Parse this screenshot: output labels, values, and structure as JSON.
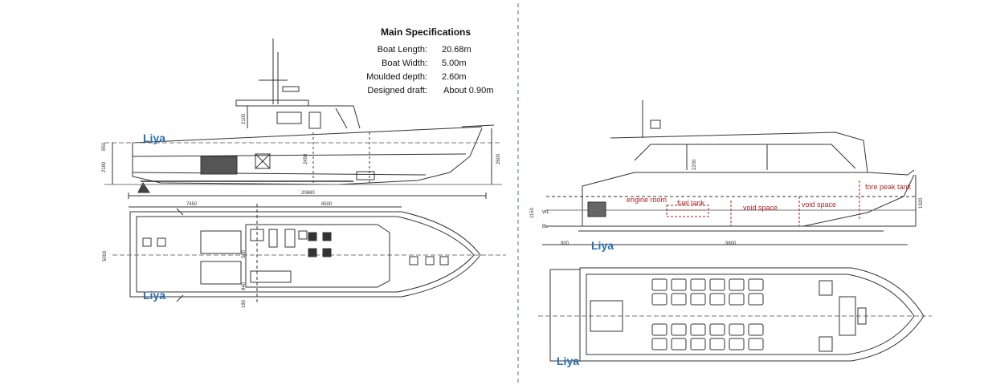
{
  "specs": {
    "title": "Main Specifications",
    "rows": [
      {
        "label": "Boat Length:",
        "value": "20.68m"
      },
      {
        "label": "Boat Width:",
        "value": "5.00m"
      },
      {
        "label": "Moulded depth:",
        "value": "2.60m"
      },
      {
        "label": "Designed draft:",
        "value": "About 0.90m"
      }
    ]
  },
  "brand": "Liya",
  "left_dims": {
    "overall": "20680",
    "seg1": "7450",
    "seg2": "8500",
    "height_a": "850",
    "height_b": "2180",
    "depth": "2600",
    "beam": "5000",
    "wheelhouse": "2100",
    "mid": "2450",
    "small_a": "580",
    "small_b": "840",
    "small_c": "180"
  },
  "right_labels": {
    "engine_room": "engine room",
    "fuel_tank": "fuel tank",
    "void_space_1": "void space",
    "void_space_2": "void space",
    "fore_peak_tank": "fore peak tank"
  },
  "right_dims": {
    "overall": "9800",
    "aft": "900",
    "height": "1920",
    "draft": "1150",
    "cabin": "2200",
    "wl": "WL",
    "bl": "BL"
  },
  "colors": {
    "line": "#333333",
    "label_red": "#b22222",
    "brand_blue": "#2a6fb5",
    "divider": "#4a6fa5"
  }
}
